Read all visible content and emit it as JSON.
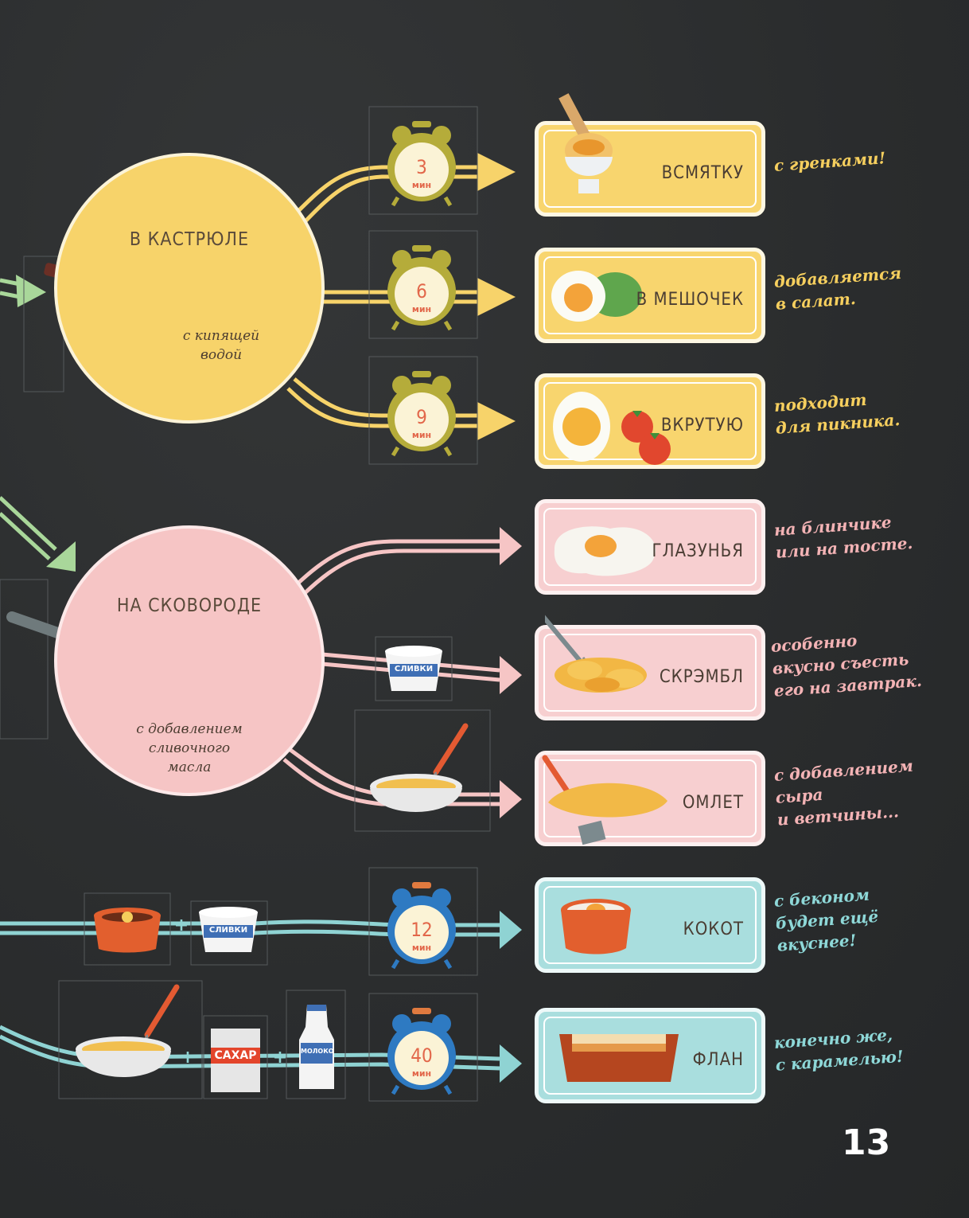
{
  "page_number": "13",
  "colors": {
    "background": "#2b2d2e",
    "yellow": "#f7d36a",
    "pink": "#f6c5c5",
    "blue": "#a9dede",
    "green_arrow": "#a9d79a",
    "clock_yellow": "#b5ac3a",
    "clock_blue": "#2e7ac2",
    "clock_number": "#e2674a"
  },
  "groups": {
    "pot": {
      "title": "В КАСТРЮЛЕ",
      "subtitle_line1": "с кипящей",
      "subtitle_line2": "водой"
    },
    "pan": {
      "title": "НА СКОВОРОДЕ",
      "subtitle_line1": "с добавлением",
      "subtitle_line2": "сливочного",
      "subtitle_line3": "масла"
    }
  },
  "timers": [
    {
      "value": "3",
      "unit": "мин"
    },
    {
      "value": "6",
      "unit": "мин"
    },
    {
      "value": "9",
      "unit": "мин"
    },
    {
      "value": "12",
      "unit": "мин"
    },
    {
      "value": "40",
      "unit": "мин"
    }
  ],
  "ingredients": {
    "cream": "СЛИВКИ",
    "sugar": "САХАР",
    "milk": "МОЛОКО",
    "plus": "+"
  },
  "dishes": [
    {
      "name": "ВСМЯТКУ",
      "note_line1": "с гренками!",
      "note_line2": "",
      "note_line3": ""
    },
    {
      "name": "В МЕШОЧЕК",
      "note_line1": "добавляется",
      "note_line2": "в салат.",
      "note_line3": ""
    },
    {
      "name": "ВКРУТУЮ",
      "note_line1": "подходит",
      "note_line2": "для  пикника.",
      "note_line3": ""
    },
    {
      "name": "ГЛАЗУНЬЯ",
      "note_line1": "на блинчике",
      "note_line2": "или на тосте.",
      "note_line3": ""
    },
    {
      "name": "СКРЭМБЛ",
      "note_line1": "особенно",
      "note_line2": "вкусно съесть",
      "note_line3": "его на завтрак."
    },
    {
      "name": "ОМЛЕТ",
      "note_line1": "с добавлением",
      "note_line2": "сыра",
      "note_line3": "и ветчины..."
    },
    {
      "name": "КОКОТ",
      "note_line1": "с беконом",
      "note_line2": "будет ещё",
      "note_line3": "вкуснее!"
    },
    {
      "name": "ФЛАН",
      "note_line1": "конечно же,",
      "note_line2": "с карамелью!",
      "note_line3": ""
    }
  ]
}
